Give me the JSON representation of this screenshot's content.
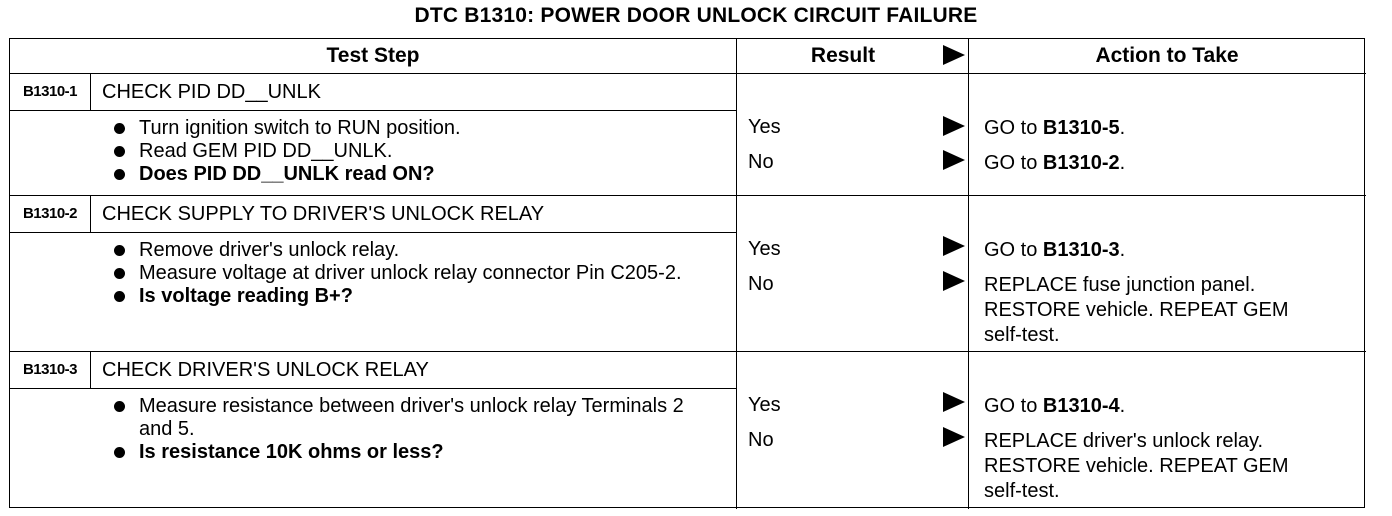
{
  "title": "DTC B1310: POWER DOOR UNLOCK CIRCUIT FAILURE",
  "headers": {
    "test_step": "Test Step",
    "result": "Result",
    "action": "Action to Take"
  },
  "steps": [
    {
      "id": "B1310-1",
      "title": "CHECK PID DD__UNLK",
      "bullets": [
        "Turn ignition switch to RUN position.",
        "Read GEM PID DD__UNLK."
      ],
      "question": "Does PID DD__UNLK read ON?",
      "results": [
        {
          "label": "Yes",
          "action_prefix": "GO to ",
          "action_ref": "B1310-5",
          "action_suffix": "."
        },
        {
          "label": "No",
          "action_prefix": "GO to ",
          "action_ref": "B1310-2",
          "action_suffix": "."
        }
      ]
    },
    {
      "id": "B1310-2",
      "title": "CHECK SUPPLY TO DRIVER'S UNLOCK RELAY",
      "bullets": [
        "Remove driver's unlock relay.",
        "Measure voltage at driver unlock relay connector Pin C205-2."
      ],
      "question": "Is voltage reading B+?",
      "results": [
        {
          "label": "Yes",
          "action_prefix": "GO to ",
          "action_ref": "B1310-3",
          "action_suffix": "."
        },
        {
          "label": "No",
          "action_lines": [
            "REPLACE fuse junction panel.",
            "RESTORE vehicle. REPEAT GEM",
            "self-test."
          ]
        }
      ]
    },
    {
      "id": "B1310-3",
      "title": "CHECK DRIVER'S UNLOCK RELAY",
      "bullets": [
        "Measure resistance between driver's unlock relay Terminals 2 and 5."
      ],
      "question": "Is resistance 10K ohms or less?",
      "results": [
        {
          "label": "Yes",
          "action_prefix": "GO to ",
          "action_ref": "B1310-4",
          "action_suffix": "."
        },
        {
          "label": "No",
          "action_lines": [
            "REPLACE driver's unlock relay.",
            "RESTORE vehicle. REPEAT GEM",
            "self-test."
          ]
        }
      ]
    }
  ]
}
